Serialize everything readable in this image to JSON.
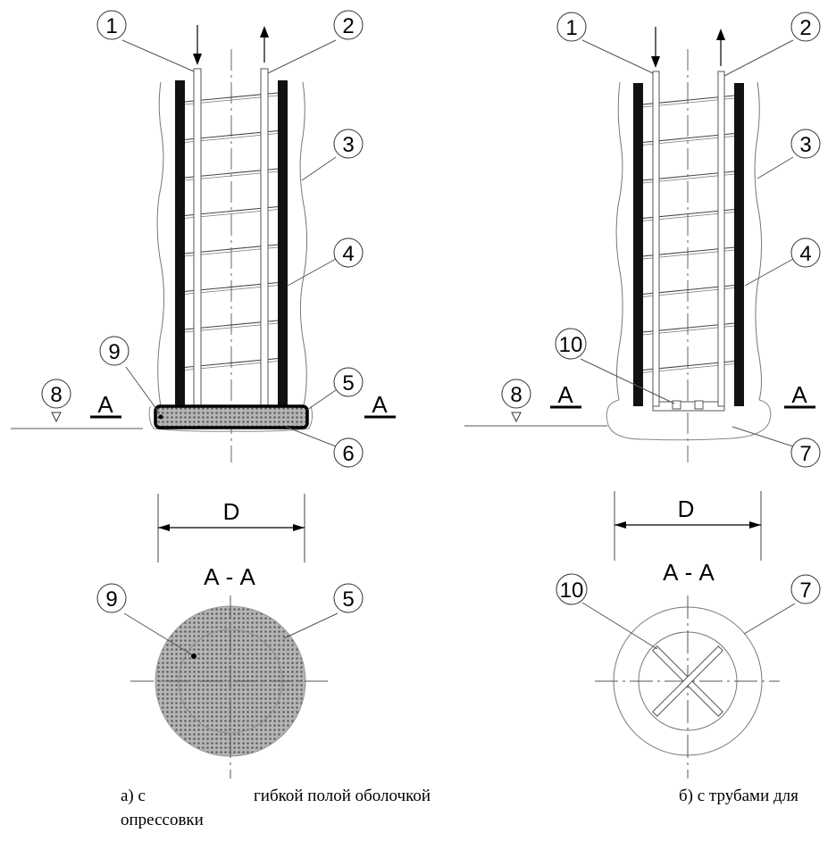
{
  "colors": {
    "hatch": "#8a8a8a",
    "ink": "#000000",
    "thin": "#666666"
  },
  "left": {
    "callouts": {
      "c1": "1",
      "c2": "2",
      "c3": "3",
      "c4": "4",
      "c5": "5",
      "c6": "6",
      "c8": "8",
      "c9": "9"
    },
    "section_mark": "А",
    "dimension": "D",
    "section_title": "А - А",
    "plan_callouts": {
      "c9": "9",
      "c5": "5"
    }
  },
  "right": {
    "callouts": {
      "c1": "1",
      "c2": "2",
      "c3": "3",
      "c4": "4",
      "c7": "7",
      "c8": "8",
      "c10": "10"
    },
    "section_mark": "А",
    "dimension": "D",
    "section_title": "А - А",
    "plan_callouts": {
      "c10": "10",
      "c7": "7"
    }
  },
  "captions": {
    "a_line1": "а) с",
    "a_middle": "гибкой полой оболочкой",
    "b_line1": "б) с трубами для",
    "a_line2": "опрессовки"
  }
}
